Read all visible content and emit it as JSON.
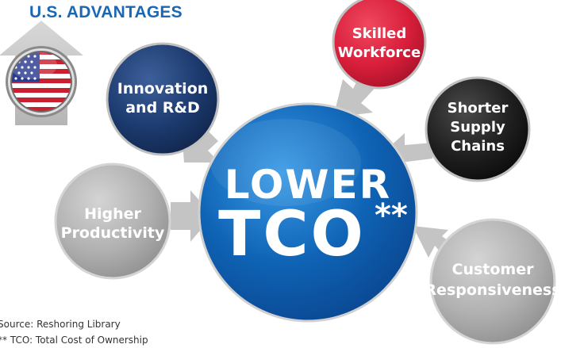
{
  "title": "U.S. ADVANTAGES",
  "center": {
    "line1": "LOWER",
    "line2": "TCO",
    "suffix": "**"
  },
  "nodes": {
    "innovation": {
      "line1": "Innovation",
      "line2": "and R&D"
    },
    "skilled": {
      "line1": "Skilled",
      "line2": "Workforce"
    },
    "shorter": {
      "line1": "Shorter",
      "line2": "Supply",
      "line3": "Chains"
    },
    "productivity": {
      "line1": "Higher",
      "line2": "Productivity"
    },
    "customer": {
      "line1": "Customer",
      "line2": "Responsiveness"
    }
  },
  "footnotes": {
    "source": "Source: Reshoring Library",
    "tco": "** TCO: Total Cost of Ownership"
  },
  "icons": {
    "flag": "us-flag-icon",
    "up_arrow": "up-arrow-icon"
  },
  "colors": {
    "title": "#1a68b3",
    "center": "#0e5fae",
    "innovation": "#1b3a6e",
    "skilled": "#d81e3a",
    "shorter": "#1a1a1a",
    "gray_bubble": "#b3b3b3",
    "arrow": "#c4c4c4"
  }
}
